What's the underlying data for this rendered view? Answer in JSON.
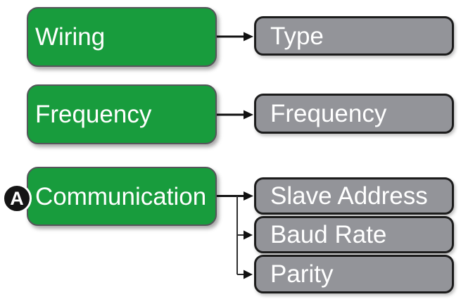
{
  "diagram": {
    "nodes": {
      "sources": [
        {
          "label": "Wiring"
        },
        {
          "label": "Frequency"
        },
        {
          "label": "Communication"
        }
      ],
      "targets": [
        {
          "label": "Type"
        },
        {
          "label": "Frequency"
        },
        {
          "label": "Slave Address"
        },
        {
          "label": "Baud Rate"
        },
        {
          "label": "Parity"
        }
      ]
    },
    "connections": [
      {
        "from": "Wiring",
        "to": [
          "Type"
        ]
      },
      {
        "from": "Frequency",
        "to": [
          "Frequency"
        ]
      },
      {
        "from": "Communication",
        "to": [
          "Slave Address",
          "Baud Rate",
          "Parity"
        ]
      }
    ],
    "badge": {
      "label": "A"
    },
    "colors": {
      "source_fill": "#189c3d",
      "source_border": "#55565a",
      "target_fill": "#939499",
      "target_border": "#1c1c1c",
      "label_text": "#ffffff",
      "connector": "#111111",
      "badge_fill": "#151515",
      "background": "#ffffff"
    }
  }
}
